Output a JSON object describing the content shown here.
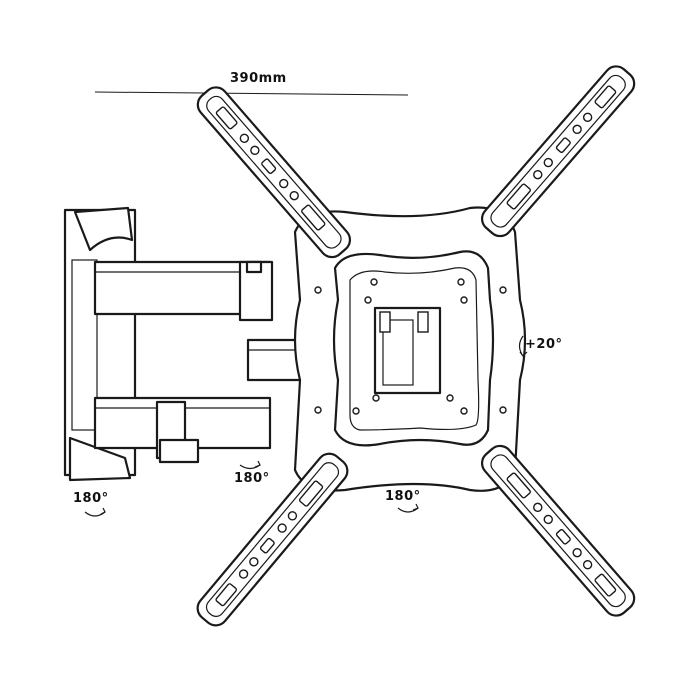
{
  "labels": {
    "width_dimension": "390mm",
    "tilt_angle": "+20°",
    "swivel_wall": "180°",
    "swivel_arm": "180°",
    "rotation_plate": "180°"
  }
}
